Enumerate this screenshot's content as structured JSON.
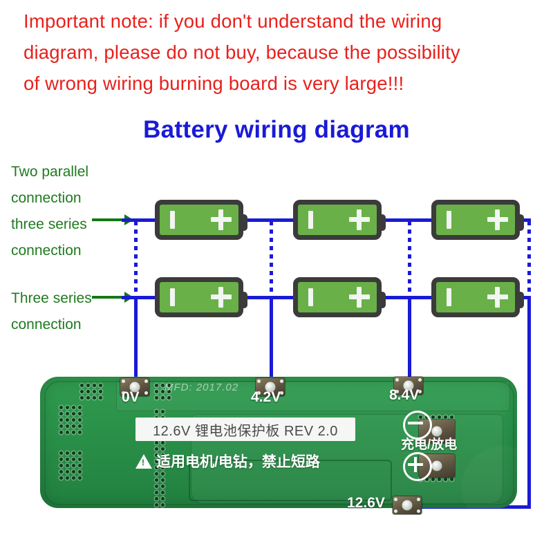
{
  "warning_note": {
    "lines": [
      "Important note: if you don't understand the wiring",
      "diagram, please do not buy, because the possibility",
      "of wrong wiring burning board is very large!!!"
    ],
    "color": "#e8201c"
  },
  "title": {
    "text": "Battery wiring diagram",
    "color": "#1a1ad6"
  },
  "annotations": {
    "color": "#1f7a1f",
    "two_parallel": [
      "Two parallel",
      "connection",
      "three series",
      "connection"
    ],
    "three_series": [
      "Three series",
      "connection"
    ]
  },
  "batteries": {
    "negative_symbol": "|",
    "positive_symbol": "+",
    "body_color": "#69b048",
    "shell_color": "#3b3b3b",
    "count": 6,
    "rows": 2,
    "columns": 3
  },
  "wiring": {
    "color": "#1a1ad6",
    "style_solid": "solid",
    "style_dotted": "dotted"
  },
  "pcb": {
    "board_color": "#2a9149",
    "mfd": "MFD: 2017.02",
    "name_label": "12.6V 锂电池保护板 REV 2.0",
    "warning_label": "适用电机/电钻，禁止短路",
    "charge_discharge": "充电/放电",
    "minus_symbol": "⊖",
    "plus_symbol": "⊕",
    "pads": [
      {
        "label": "0V"
      },
      {
        "label": "4.2V"
      },
      {
        "label": "8.4V"
      },
      {
        "label": "12.6V"
      }
    ]
  }
}
